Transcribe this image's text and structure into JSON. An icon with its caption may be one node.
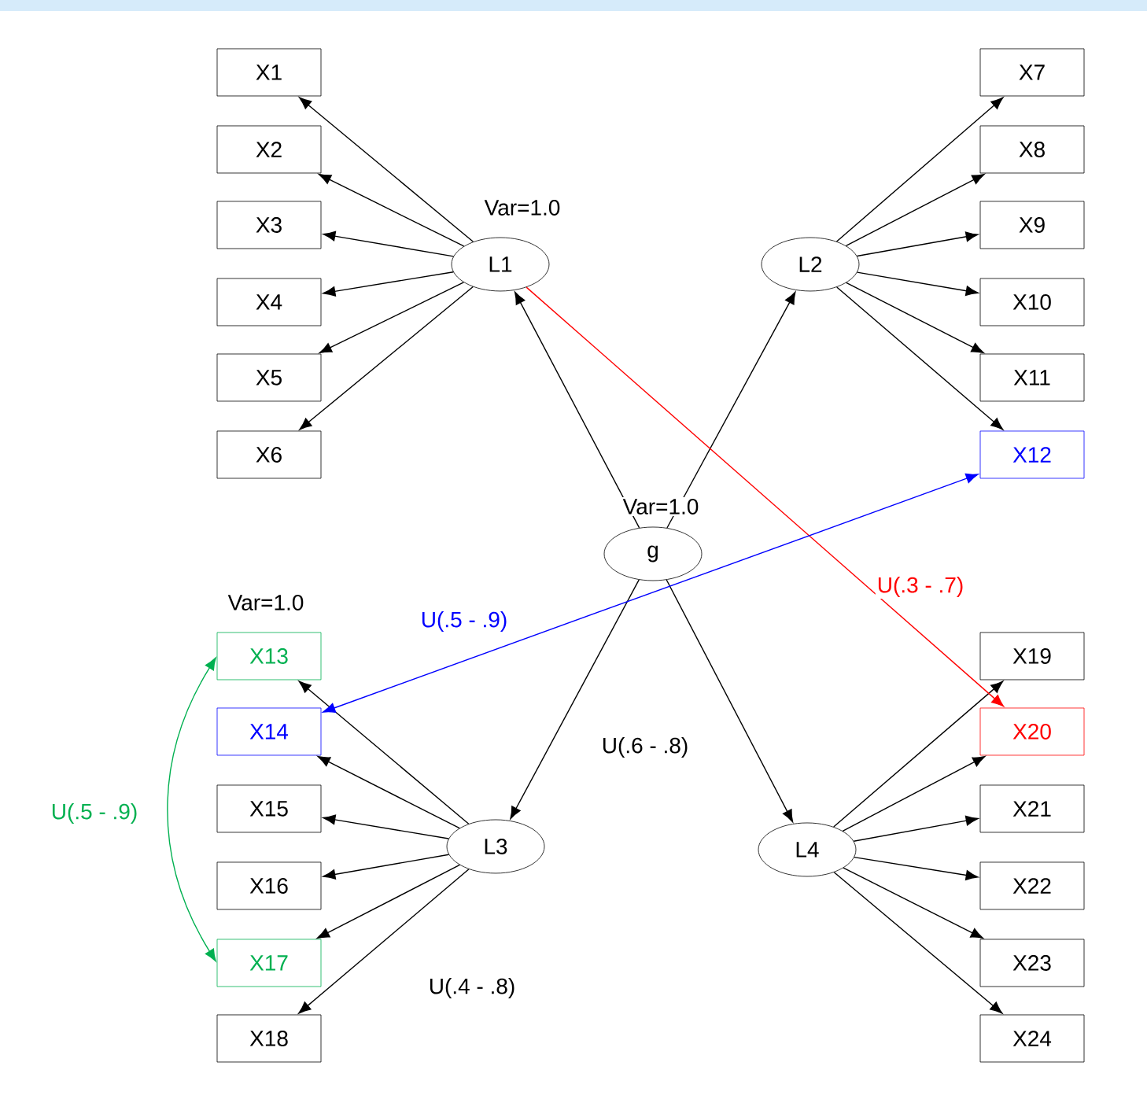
{
  "diagram": {
    "nodes": [
      {
        "text": [
          "X1"
        ]
      },
      {
        "text": [
          "X2"
        ]
      },
      {
        "text": [
          "X3"
        ]
      },
      {
        "text": [
          "X4"
        ]
      },
      {
        "text": [
          "X5"
        ]
      },
      {
        "text": [
          "X6"
        ]
      },
      {
        "text": [
          "L1"
        ],
        "beside": [
          "Var=1.0"
        ]
      },
      {
        "text": [
          "L2"
        ]
      },
      {
        "text": [
          "X7"
        ]
      },
      {
        "text": [
          "X8"
        ]
      },
      {
        "text": [
          "X9"
        ]
      },
      {
        "text": [
          "X10"
        ]
      },
      {
        "text": [
          "X11"
        ]
      },
      {
        "text": [
          "X12"
        ]
      },
      {
        "text": [
          "g"
        ],
        "beside": [
          "Var=1.0"
        ]
      },
      {
        "text": [
          "X13"
        ],
        "beside": [
          "Var=1.0"
        ]
      },
      {
        "text": [
          "X14"
        ]
      },
      {
        "text": [
          "X15"
        ]
      },
      {
        "text": [
          "X16"
        ]
      },
      {
        "text": [
          "X17"
        ]
      },
      {
        "text": [
          "X18"
        ]
      },
      {
        "text": [
          "L3"
        ]
      },
      {
        "text": [
          "L4"
        ]
      },
      {
        "text": [
          "X19"
        ]
      },
      {
        "text": [
          "X20"
        ]
      },
      {
        "text": [
          "X21"
        ]
      },
      {
        "text": [
          "X22"
        ]
      },
      {
        "text": [
          "X23"
        ]
      },
      {
        "text": [
          "X24"
        ]
      }
    ],
    "edges": [
      {
        "from": 14,
        "to": 6,
        "arrow": "to"
      },
      {
        "from": 14,
        "to": 7,
        "arrow": "to"
      },
      {
        "from": 14,
        "to": 21,
        "arrow": "to",
        "label": "U(.6 - .8)"
      },
      {
        "from": 14,
        "to": 22,
        "arrow": "to"
      },
      {
        "from": 6,
        "to": 0,
        "arrow": "to"
      },
      {
        "from": 6,
        "to": 1,
        "arrow": "to"
      },
      {
        "from": 6,
        "to": 2,
        "arrow": "to"
      },
      {
        "from": 6,
        "to": 3,
        "arrow": "to"
      },
      {
        "from": 6,
        "to": 4,
        "arrow": "to"
      },
      {
        "from": 6,
        "to": 5,
        "arrow": "to"
      },
      {
        "from": 7,
        "to": 8,
        "arrow": "to"
      },
      {
        "from": 7,
        "to": 9,
        "arrow": "to"
      },
      {
        "from": 7,
        "to": 10,
        "arrow": "to"
      },
      {
        "from": 7,
        "to": 11,
        "arrow": "to"
      },
      {
        "from": 7,
        "to": 12,
        "arrow": "to"
      },
      {
        "from": 7,
        "to": 13,
        "arrow": "to"
      },
      {
        "from": 21,
        "to": 15,
        "arrow": "to"
      },
      {
        "from": 21,
        "to": 16,
        "arrow": "to"
      },
      {
        "from": 21,
        "to": 17,
        "arrow": "to"
      },
      {
        "from": 21,
        "to": 18,
        "arrow": "to"
      },
      {
        "from": 21,
        "to": 19,
        "arrow": "to"
      },
      {
        "from": 21,
        "to": 20,
        "arrow": "to",
        "label": "U(.4 - .8)"
      },
      {
        "from": 22,
        "to": 23,
        "arrow": "to"
      },
      {
        "from": 22,
        "to": 24,
        "arrow": "to"
      },
      {
        "from": 22,
        "to": 25,
        "arrow": "to"
      },
      {
        "from": 22,
        "to": 26,
        "arrow": "to"
      },
      {
        "from": 22,
        "to": 27,
        "arrow": "to"
      },
      {
        "from": 22,
        "to": 28,
        "arrow": "to"
      },
      {
        "from": 6,
        "to": 24,
        "arrow": "to",
        "label": "U(.3 - .7)",
        "color": "#ff0000"
      },
      {
        "from": 13,
        "to": 16,
        "arrow": "both",
        "label": "U(.5 - .9)",
        "color": "#0000ff"
      },
      {
        "from": 15,
        "to": 19,
        "arrow": "both",
        "label": "U(.5 - .9)",
        "color": "#00b050"
      }
    ]
  }
}
